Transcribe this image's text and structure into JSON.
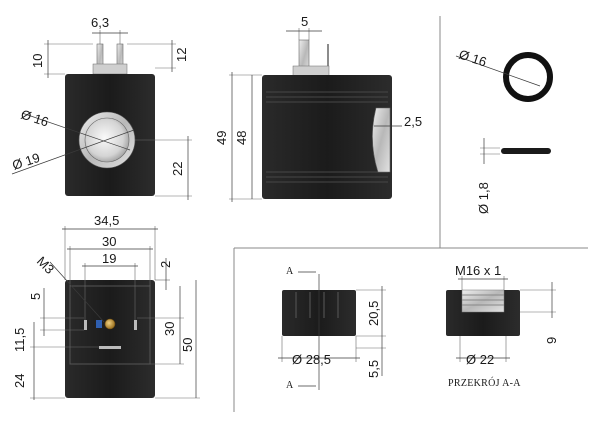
{
  "labels": {
    "front_top_pin_pitch": "6,3",
    "front_pin_height_left": "10",
    "front_pin_height_right": "12",
    "front_bore_inner": "Ø 16",
    "front_bore_outer": "Ø 19",
    "front_bore_offset": "22",
    "side_pin_width": "5",
    "side_height_outer": "49",
    "side_height_inner": "48",
    "side_wall": "2,5",
    "oring_diameter": "Ø 16",
    "oring_cross_section": "Ø 1,8",
    "bottom_width_outer": "34,5",
    "bottom_width_mid": "30",
    "bottom_width_inner": "19",
    "bottom_thread": "M3",
    "bottom_offset_top": "2",
    "bottom_left_5": "5",
    "bottom_left_11_5": "11,5",
    "bottom_right_30": "30",
    "bottom_right_50": "50",
    "bottom_left_24": "24",
    "nut_height": "20,5",
    "nut_diameter": "Ø 28,5",
    "nut_lower": "5,5",
    "section_mark_top": "A",
    "section_mark_bottom": "A",
    "section_thread": "M16 x 1",
    "section_depth": "9",
    "section_diameter": "Ø 22",
    "section_caption": "PRZEKRÓJ A-A"
  },
  "colors": {
    "body": "#1e1e1e",
    "body_highlight": "#3a3a3a",
    "metal": "#c8c8c8",
    "metal_dark": "#8c8c8c",
    "brass": "#c9a040",
    "line": "#3a3a3a"
  }
}
